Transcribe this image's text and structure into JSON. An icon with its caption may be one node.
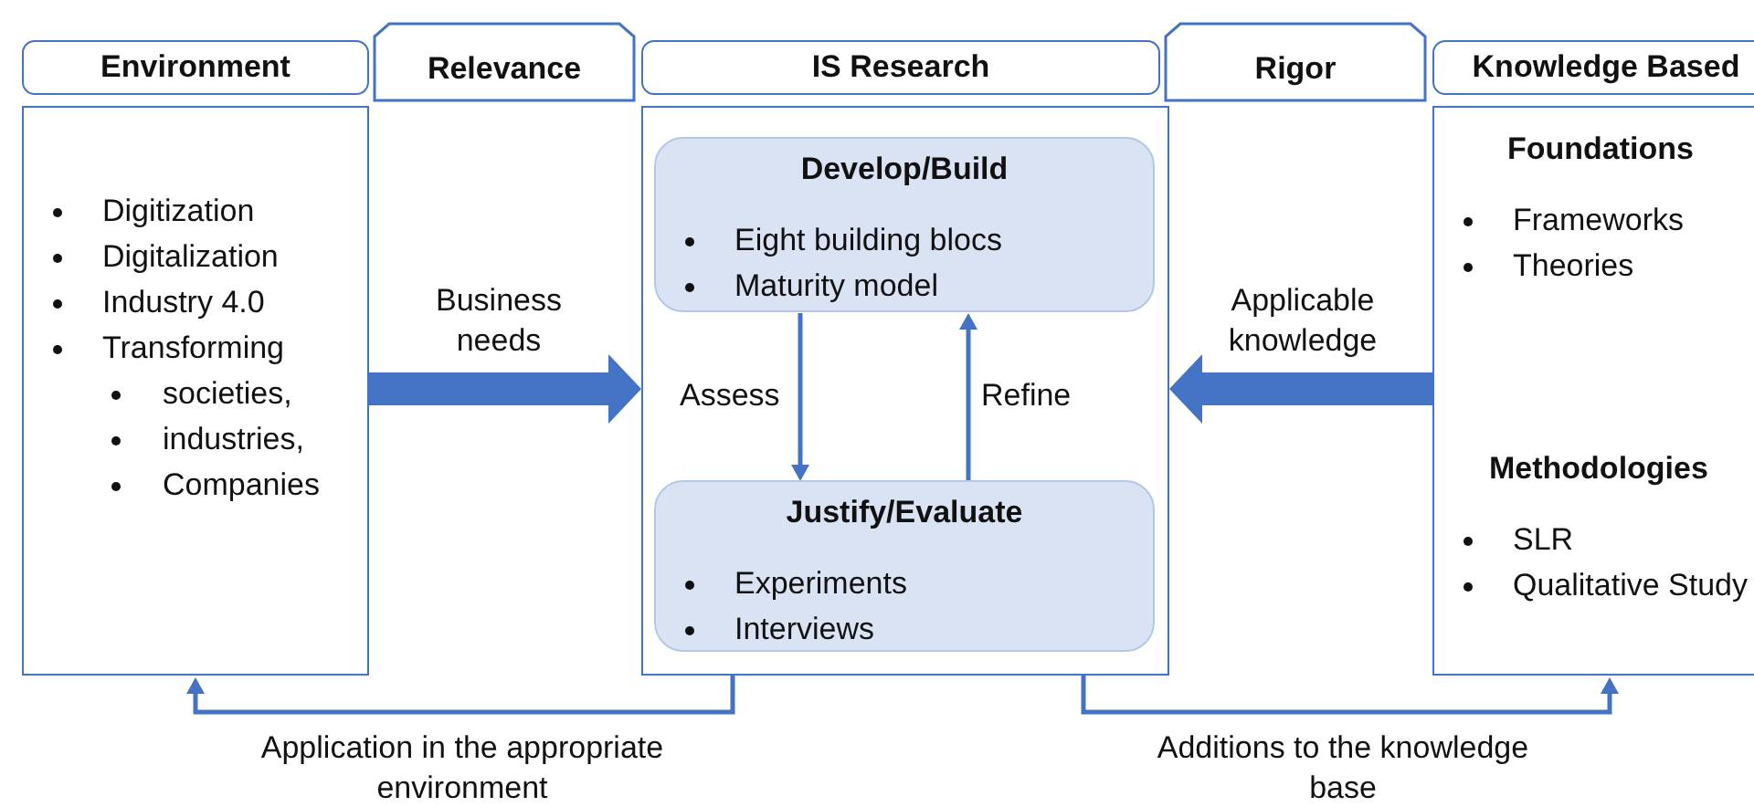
{
  "diagram": {
    "nodes": [
      {
        "text": [
          "Environment"
        ]
      },
      {
        "text": [
          "Relevance"
        ]
      },
      {
        "text": [
          "IS Research"
        ]
      },
      {
        "text": [
          "Rigor"
        ]
      },
      {
        "text": [
          "Knowledge Based"
        ]
      },
      {
        "text": [
          "Digitization",
          "Digitalization",
          "Industry 4.0",
          "Transforming",
          "societies,",
          "industries,",
          "Companies"
        ]
      },
      {
        "text": [],
        "shape": "box"
      },
      {
        "text": [
          "Develop/Build",
          "Eight building blocs",
          "Maturity model"
        ],
        "in": 6
      },
      {
        "text": [
          "Justify/Evaluate",
          "Experiments",
          "Interviews"
        ],
        "in": 6
      },
      {
        "text": [
          "Foundations",
          "Frameworks",
          "Theories",
          "Methodologies",
          "SLR",
          "Qualitative Study"
        ]
      }
    ],
    "edges": [
      {
        "from": 5,
        "to": 6,
        "arrow": "to",
        "label": "Business needs",
        "style": "thick"
      },
      {
        "from": 9,
        "to": 6,
        "arrow": "to",
        "label": "Applicable knowledge",
        "style": "thick"
      },
      {
        "from": 7,
        "to": 8,
        "arrow": "to",
        "label": "Assess"
      },
      {
        "from": 8,
        "to": 7,
        "arrow": "to",
        "label": "Refine"
      },
      {
        "from": 6,
        "to": 5,
        "arrow": "to",
        "label": "Application in the appropriate environment"
      },
      {
        "from": 6,
        "to": 9,
        "arrow": "to",
        "label": "Additions to the knowledge base"
      }
    ]
  }
}
